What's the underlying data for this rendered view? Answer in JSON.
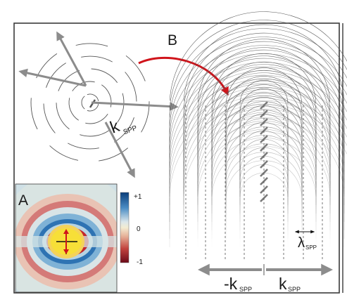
{
  "panel_a": {
    "label": "A",
    "colorbar": {
      "max": "+1",
      "mid": "0",
      "min": "-1"
    }
  },
  "panel_b": {
    "label": "B"
  },
  "annotations": {
    "k": "k",
    "spp": "SPP",
    "minus_k": "-k",
    "lambda": "λ"
  },
  "colors": {
    "arrow_gray": "#8c8c8c",
    "curve_red": "#d0141b",
    "ring": "#555555",
    "frame": "#3a3a3a"
  }
}
